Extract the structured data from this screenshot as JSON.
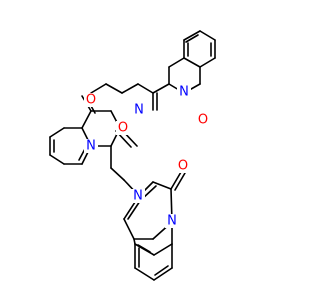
{
  "structure": {
    "atoms": {
      "n_isoquinoline": "N",
      "o_amide": "O",
      "n3_quinazoline": "N",
      "o4_quinazoline": "O",
      "o2_quinazoline": "O",
      "n1_quinazoline": "N",
      "n_pyrimidine": "N",
      "n_bridgehead": "N",
      "o_pyridopyrimidine": "O"
    },
    "colors": {
      "nitrogen": "#0000ff",
      "oxygen": "#ff0000",
      "bond": "#000000"
    }
  }
}
